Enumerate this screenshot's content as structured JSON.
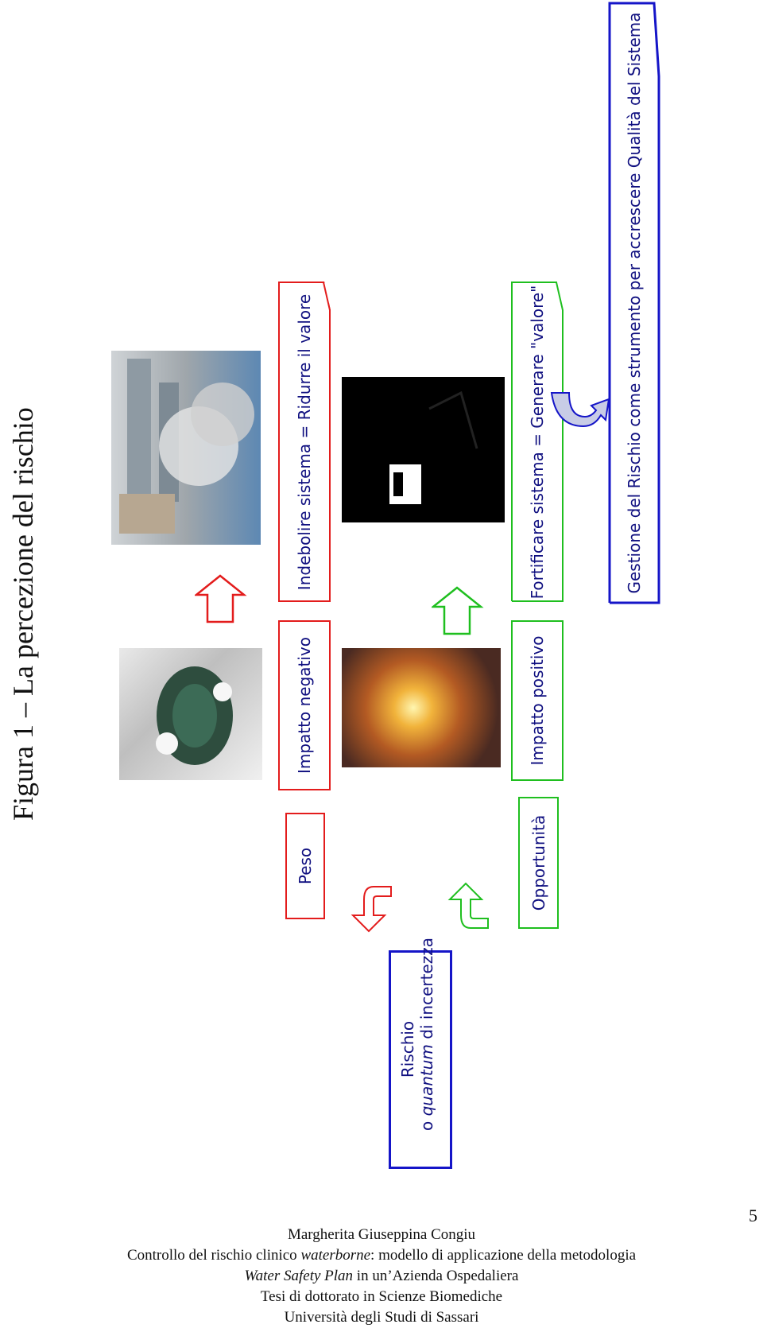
{
  "figure_title": "Figura 1 – La percezione del rischio",
  "boxes": {
    "rischio_line1": "Rischio",
    "rischio_line2_prefix": "o ",
    "rischio_line2_italic": "quantum",
    "rischio_line2_suffix": " di incertezza",
    "peso": "Peso",
    "opportunita": "Opportunità",
    "impatto_negativo": "Impatto negativo",
    "impatto_positivo": "Impatto positivo",
    "indebolire": "Indebolire sistema = Ridurre il valore",
    "fortificare": "Fortificare sistema = Generare \"valore\"",
    "gestione": "Gestione del Rischio come strumento per accrescere Qualità del Sistema"
  },
  "colors": {
    "red": "#e31c1c",
    "green": "#1fbf1f",
    "blue": "#1515c8",
    "text": "#101080"
  },
  "icons": [
    "curved-arrow-red-icon",
    "curved-arrow-green-icon",
    "block-arrow-red-icon",
    "block-arrow-green-icon",
    "u-turn-arrow-blue-icon"
  ],
  "footer": {
    "author": "Margherita Giuseppina Congiu",
    "line2_prefix": "Controllo del rischio clinico ",
    "line2_italic": "waterborne",
    "line2_suffix": ": modello di applicazione della metodologia",
    "line3_italic": "Water Safety Plan",
    "line3_suffix": " in un’Azienda Ospedaliera",
    "line4": "Tesi di dottorato in Scienze Biomediche",
    "line5": "Università degli Studi di Sassari"
  },
  "page_number": "5"
}
